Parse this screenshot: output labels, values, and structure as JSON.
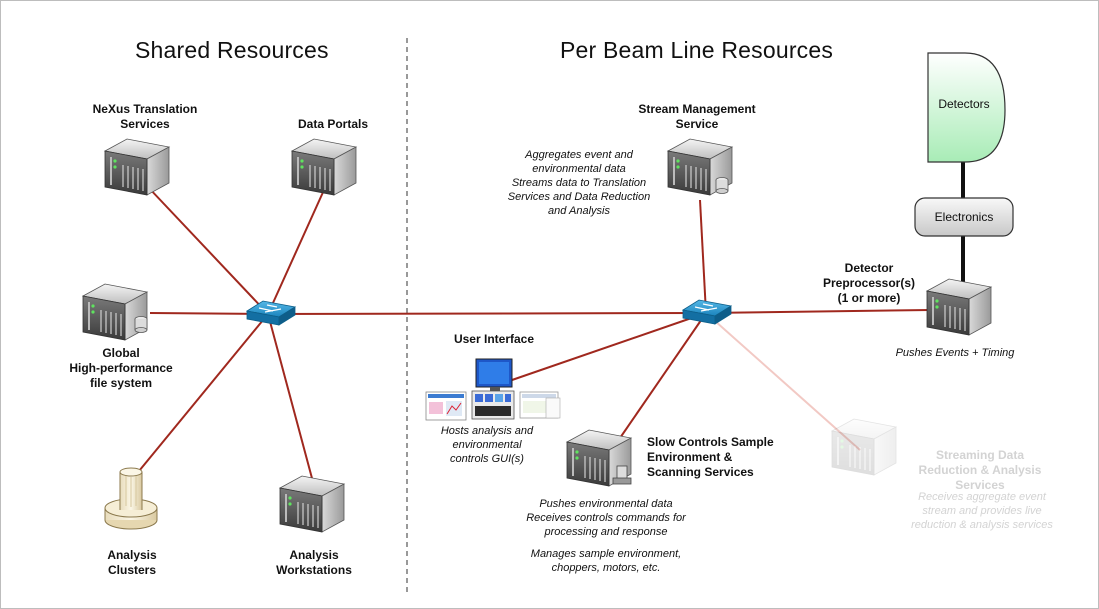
{
  "headings": {
    "shared": "Shared Resources",
    "per_beam": "Per Beam Line Resources"
  },
  "nodes": {
    "nexus": [
      "NeXus Translation",
      "Services"
    ],
    "data_portals": [
      "Data Portals"
    ],
    "global_fs": [
      "Global",
      "High-performance",
      "file system"
    ],
    "analysis_clusters": [
      "Analysis",
      "Clusters"
    ],
    "analysis_workstations": [
      "Analysis",
      "Workstations"
    ],
    "stream_mgmt": [
      "Stream Management",
      "Service"
    ],
    "detectors": [
      "Detectors"
    ],
    "electronics": [
      "Electronics"
    ],
    "detector_preproc": [
      "Detector",
      "Preprocessor(s)",
      "(1 or more)"
    ],
    "user_interface": [
      "User Interface"
    ],
    "slow_controls": [
      "Slow Controls Sample",
      "Environment &",
      "Scanning Services"
    ],
    "streaming_data": [
      "Streaming Data",
      "Reduction & Analysis",
      "Services"
    ]
  },
  "notes": {
    "stream_mgmt": [
      "Aggregates event and",
      "environmental data",
      "Streams data to Translation",
      "Services and Data Reduction",
      "and Analysis"
    ],
    "detector_preproc": [
      "Pushes Events + Timing"
    ],
    "user_interface": [
      "Hosts analysis and",
      "environmental",
      "controls GUI(s)"
    ],
    "slow_controls_a": [
      "Pushes environmental data",
      "Receives controls commands for",
      "processing and response"
    ],
    "slow_controls_b": [
      "Manages sample environment,",
      "choppers, motors, etc."
    ],
    "streaming_data": [
      "Receives aggregate event",
      "stream and provides live",
      "reduction & analysis services"
    ]
  },
  "colors": {
    "link": "#a0281e",
    "ghost_link": "#f2c9c4",
    "switch": "#1f8fc4",
    "detector_fill": "#b9f0c4",
    "ghost_text": "#d3d3d3"
  }
}
